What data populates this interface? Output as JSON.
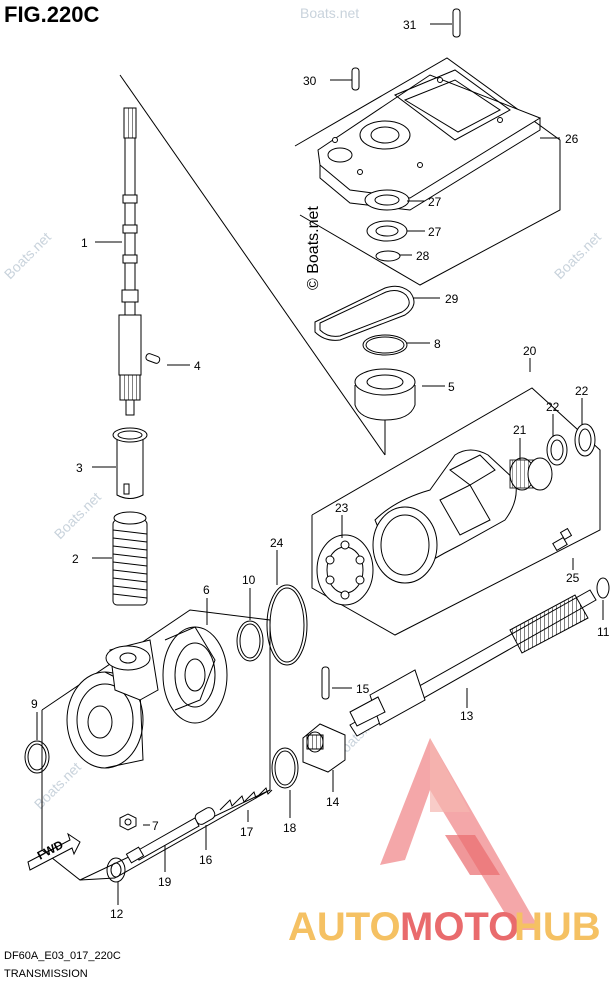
{
  "figure": {
    "title": "FIG.220C",
    "code": "DF60A_E03_017_220C",
    "section": "TRANSMISSION"
  },
  "watermark": {
    "text": "© Boats.net",
    "repeat": "Boats.net"
  },
  "brand": {
    "part_a": "AUTO",
    "part_b": "MOTO",
    "part_c": "HUB",
    "color_orange": "#f5a623",
    "color_red": "#e63946"
  },
  "fwd_arrow": {
    "label": "FWD"
  },
  "parts": [
    {
      "number": "1"
    },
    {
      "number": "2"
    },
    {
      "number": "3"
    },
    {
      "number": "4"
    },
    {
      "number": "5"
    },
    {
      "number": "6"
    },
    {
      "number": "7"
    },
    {
      "number": "8"
    },
    {
      "number": "9"
    },
    {
      "number": "10"
    },
    {
      "number": "11"
    },
    {
      "number": "12"
    },
    {
      "number": "13"
    },
    {
      "number": "14"
    },
    {
      "number": "15"
    },
    {
      "number": "16"
    },
    {
      "number": "17"
    },
    {
      "number": "18"
    },
    {
      "number": "19"
    },
    {
      "number": "20"
    },
    {
      "number": "21"
    },
    {
      "number": "22"
    },
    {
      "number": "22"
    },
    {
      "number": "23"
    },
    {
      "number": "24"
    },
    {
      "number": "25"
    },
    {
      "number": "26"
    },
    {
      "number": "27"
    },
    {
      "number": "27"
    },
    {
      "number": "28"
    },
    {
      "number": "29"
    },
    {
      "number": "30"
    },
    {
      "number": "31"
    }
  ]
}
